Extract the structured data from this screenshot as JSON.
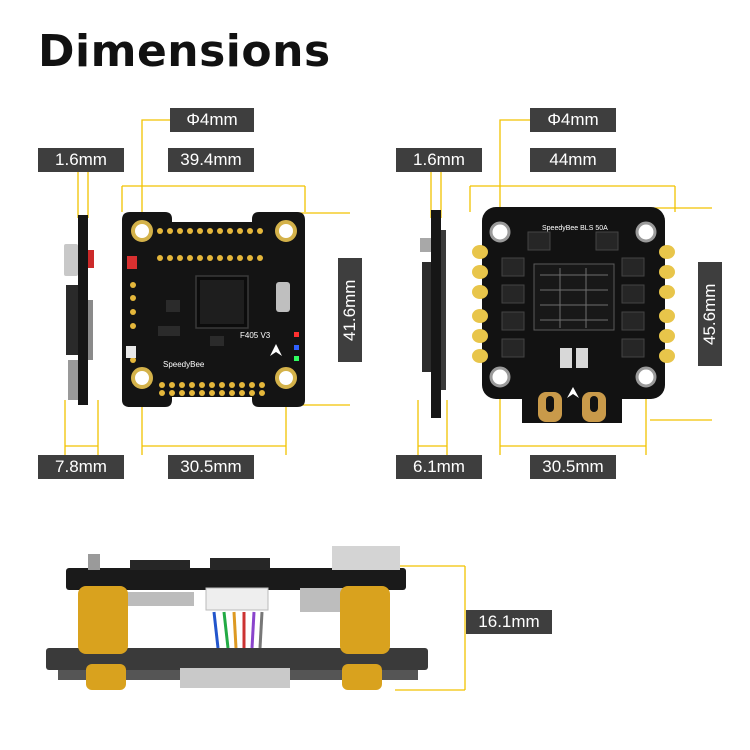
{
  "title": "Dimensions",
  "fc": {
    "hole": "Φ4mm",
    "thickness": "1.6mm",
    "width": "39.4mm",
    "height": "41.6mm",
    "side_depth": "7.8mm",
    "mount": "30.5mm",
    "model": "F405 V3",
    "brand": "SpeedyBee"
  },
  "esc": {
    "hole": "Φ4mm",
    "thickness": "1.6mm",
    "width": "44mm",
    "height": "45.6mm",
    "side_depth": "6.1mm",
    "mount": "30.5mm",
    "model": "SpeedyBee BLS 50A"
  },
  "stack": {
    "height": "16.1mm"
  },
  "colors": {
    "guide": "#f2c200",
    "label_bg": "#3e3e3e",
    "pcb": "#141414",
    "standoff": "#d9a21e"
  }
}
